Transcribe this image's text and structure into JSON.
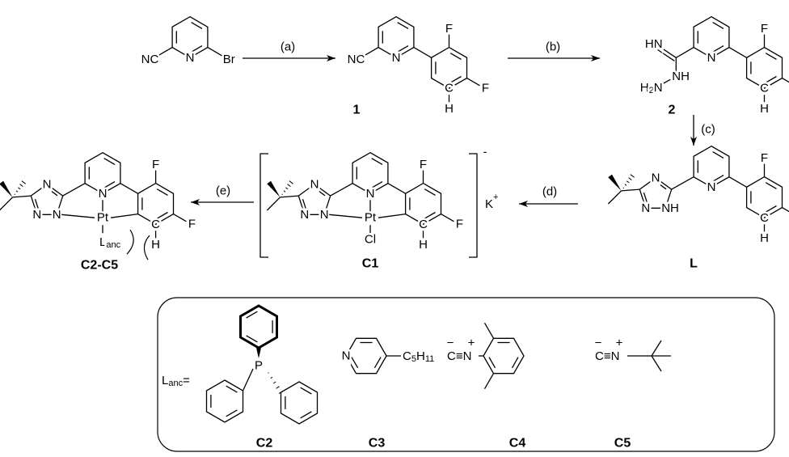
{
  "atoms": {
    "N": "N",
    "F": "F",
    "C": "C",
    "H": "H",
    "Br": "Br",
    "NC": "NC",
    "HN": "HN",
    "NH": "NH",
    "Pt": "Pt",
    "Cl": "Cl",
    "P": "P",
    "L": "L",
    "anc": "anc",
    "two": "2",
    "five": "5",
    "eleven": "11",
    "minus": "−",
    "plus": "+",
    "triple": "≡",
    "equals": "="
  },
  "steps": {
    "a": "(a)",
    "b": "(b)",
    "c": "(c)",
    "d": "(d)",
    "e": "(e)"
  },
  "compounds": {
    "c1": "1",
    "c2": "2",
    "L": "L",
    "C1": "C1",
    "C2C5": "C2-C5",
    "C2": "C2",
    "C3": "C3",
    "C4": "C4",
    "C5": "C5"
  },
  "counterion": {
    "K": "K",
    "plus": "+",
    "charge": "-"
  }
}
